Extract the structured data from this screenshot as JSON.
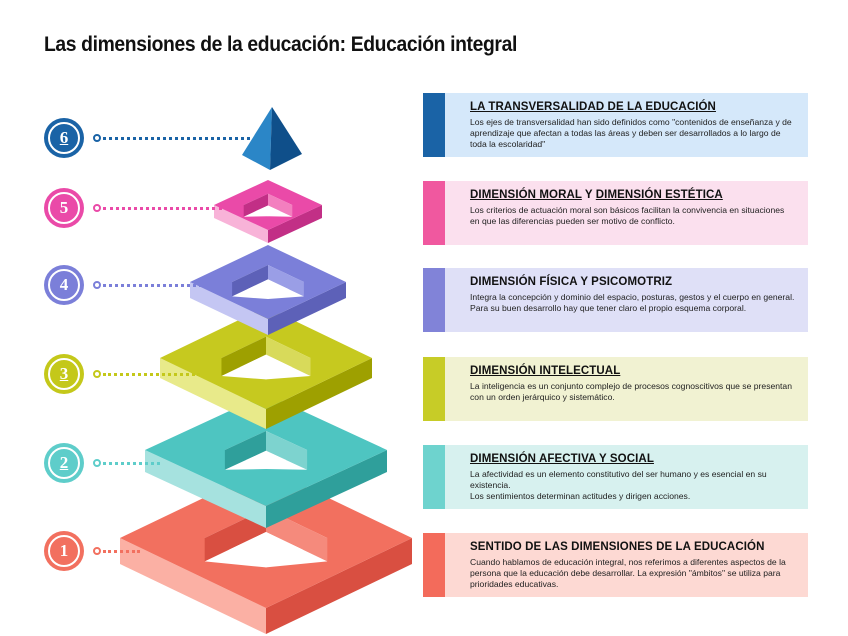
{
  "title": "Las dimensiones de la educación: Educación integral",
  "levels": [
    {
      "number": "6",
      "color": "#1a63a6",
      "title_parts": [
        "LA TRANSVERSALIDAD DE LA EDUCACIÓN"
      ],
      "title_underline": [
        true
      ],
      "text": "Los ejes de transversalidad han sido definidos como \"contenidos de enseñanza y de aprendizaje que afectan a todas las áreas y deben ser desarrollados a lo largo de toda la escolaridad\"",
      "bar": "#1a63a6",
      "bg": "#d5e8fa"
    },
    {
      "number": "5",
      "color": "#ea4aa8",
      "title_parts": [
        "DIMENSIÓN MORAL",
        " Y ",
        "DIMENSIÓN ESTÉTICA"
      ],
      "title_underline": [
        true,
        false,
        true
      ],
      "text": "Los criterios de actuación moral son básicos facilitan la convivencia en situaciones en que las diferencias pueden ser motivo de conflicto.",
      "bar": "#f0589f",
      "bg": "#fbe0ee"
    },
    {
      "number": "4",
      "color": "#7b7fd9",
      "title_parts": [
        "DIMENSIÓN FÍSICA Y PSICOMOTRIZ"
      ],
      "title_underline": [
        false
      ],
      "text": "Integra la concepción y dominio del espacio, posturas, gestos y el cuerpo en general. Para su buen desarrollo hay que tener claro el propio esquema corporal.",
      "bar": "#8183d8",
      "bg": "#dfe0f7"
    },
    {
      "number": "3",
      "color": "#c4c81a",
      "title_parts": [
        "DIMENSIÓN INTELECTUAL"
      ],
      "title_underline": [
        true
      ],
      "text": "La inteligencia es un conjunto complejo de procesos cognoscitivos que se presentan con un orden jerárquico y sistemático.",
      "bar": "#c7cc27",
      "bg": "#f1f2d2"
    },
    {
      "number": "2",
      "color": "#5ecdca",
      "title_parts": [
        "DIMENSIÓN AFECTIVA Y SOCIAL"
      ],
      "title_underline": [
        true
      ],
      "text": "La afectividad es un elemento constitutivo del ser humano y es esencial en su existencia.\nLos sentimientos determinan actitudes y dirigen acciones.",
      "bar": "#6ed3ce",
      "bg": "#d7f1ef"
    },
    {
      "number": "1",
      "color": "#f2705f",
      "title_parts": [
        "SENTIDO DE LAS DIMENSIONES DE LA EDUCACIÓN"
      ],
      "title_underline": [
        false
      ],
      "text": "Cuando hablamos de educación integral, nos referimos a diferentes aspectos de la persona que la educación debe desarrollar. La expresión \"ámbitos\" se utiliza para prioridades educativas.",
      "bar": "#f36b5b",
      "bg": "#fdd9d3"
    }
  ]
}
